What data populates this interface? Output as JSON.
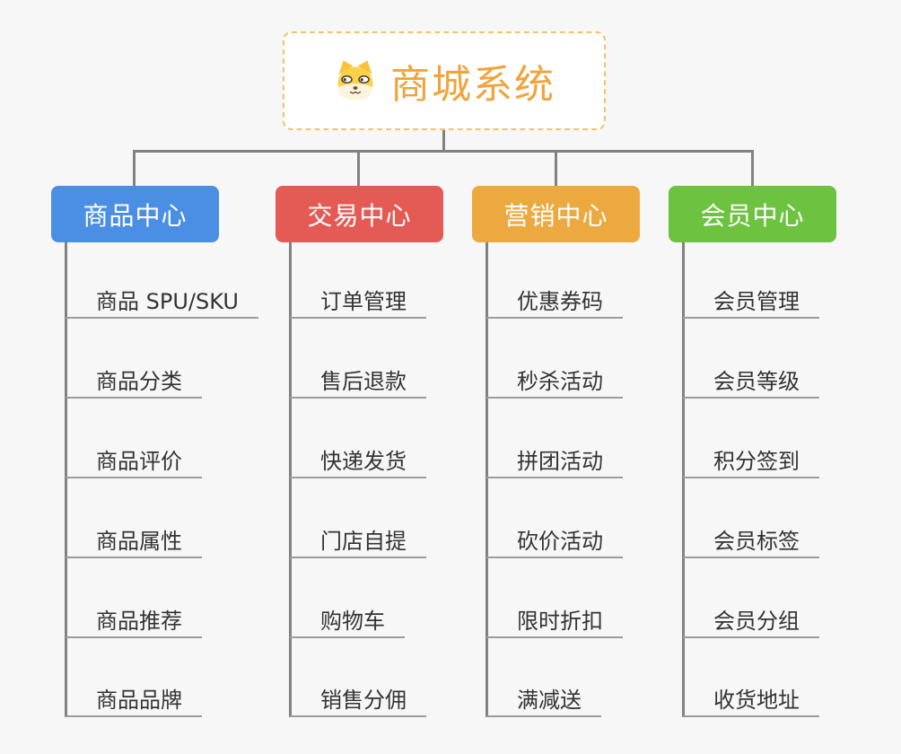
{
  "root": {
    "title": "商城系统",
    "icon": "dog-face-icon",
    "text_color": "#f0a43c",
    "border_color": "#f3c36c",
    "background": "#ffffff"
  },
  "colors": {
    "connector": "#828282",
    "underline": "#9c9c9c",
    "item_text": "#333333",
    "page_background": "#f7f7f7"
  },
  "branches": [
    {
      "label": "商品中心",
      "color": "#4b8fe4",
      "items": [
        "商品 SPU/SKU",
        "商品分类",
        "商品评价",
        "商品属性",
        "商品推荐",
        "商品品牌"
      ]
    },
    {
      "label": "交易中心",
      "color": "#e45b55",
      "items": [
        "订单管理",
        "售后退款",
        "快递发货",
        "门店自提",
        "购物车",
        "销售分佣"
      ]
    },
    {
      "label": "营销中心",
      "color": "#eca93f",
      "items": [
        "优惠券码",
        "秒杀活动",
        "拼团活动",
        "砍价活动",
        "限时折扣",
        "满减送"
      ]
    },
    {
      "label": "会员中心",
      "color": "#6dc340",
      "items": [
        "会员管理",
        "会员等级",
        "积分签到",
        "会员标签",
        "会员分组",
        "收货地址"
      ]
    }
  ]
}
